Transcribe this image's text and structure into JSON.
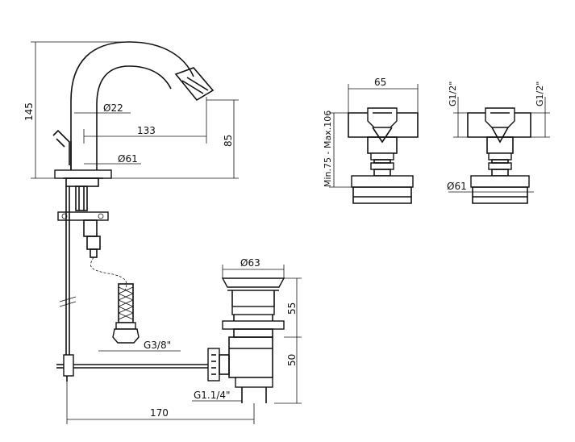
{
  "labels": {
    "height_total": "145",
    "spout_diameter": "Ø22",
    "reach": "133",
    "spout_height": "85",
    "base_diameter": "Ø61",
    "waste_top_diameter": "Ø63",
    "waste_upper_height": "55",
    "waste_lower_height": "50",
    "hose_thread": "G3/8\"",
    "waste_thread": "G1.1/4\"",
    "pop_up_length": "170",
    "handle_width": "65",
    "install_range": "Min.75 - Max.106",
    "inlet_left": "G1/2\"",
    "inlet_right": "G1/2\"",
    "valve_base_diameter": "Ø61"
  }
}
